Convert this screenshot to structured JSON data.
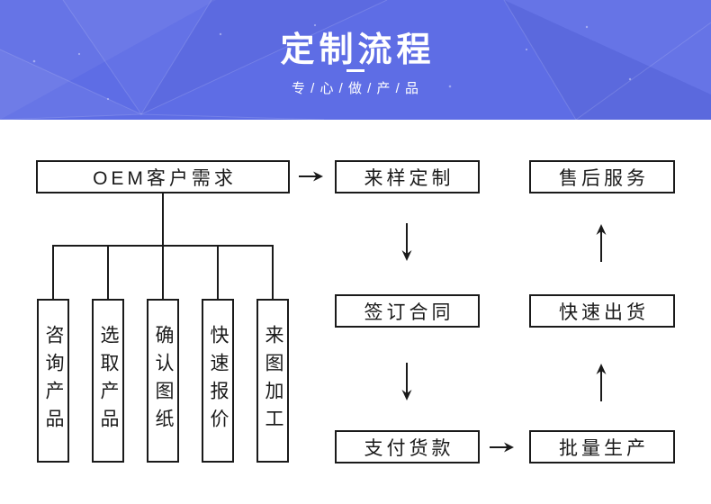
{
  "header": {
    "title": "定制流程",
    "subtitle": "专 / 心 / 做 / 产 / 品",
    "bg_color": "#5e6de5",
    "text_color": "#ffffff"
  },
  "flowchart": {
    "line_color": "#1a1a1a",
    "nodes": {
      "oem": "OEM客户需求",
      "sample": "来样定制",
      "after_sales": "售后服务",
      "contract": "签订合同",
      "fast_shipping": "快速出货",
      "payment": "支付货款",
      "mass_production": "批量生产"
    },
    "sub_steps": [
      "咨询产品",
      "选取产品",
      "确认图纸",
      "快速报价",
      "来图加工"
    ],
    "edges": [
      {
        "from": "oem",
        "to": "sample",
        "arrow": "right"
      },
      {
        "from": "sample",
        "to": "contract",
        "arrow": "down"
      },
      {
        "from": "contract",
        "to": "payment",
        "arrow": "down"
      },
      {
        "from": "payment",
        "to": "mass_production",
        "arrow": "right"
      },
      {
        "from": "mass_production",
        "to": "fast_shipping",
        "arrow": "up"
      },
      {
        "from": "fast_shipping",
        "to": "after_sales",
        "arrow": "up"
      },
      {
        "from": "oem",
        "to": "sub_steps",
        "arrow": "tree"
      }
    ],
    "icons": [
      "arrow-right-icon",
      "arrow-down-icon",
      "arrow-up-icon"
    ]
  }
}
